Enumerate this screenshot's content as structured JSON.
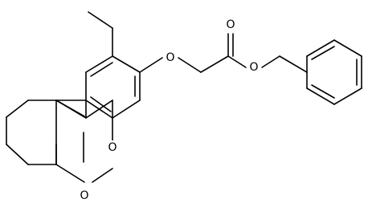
{
  "molecule": {
    "atom_labels": {
      "ether_oxygen": "O",
      "carbonyl_oxygen_acetate": "O",
      "ester_oxygen": "O",
      "ring_oxygen": "O",
      "lactone_carbonyl_oxygen": "O"
    },
    "colors": {
      "bond": "#000000",
      "background": "#ffffff"
    }
  }
}
